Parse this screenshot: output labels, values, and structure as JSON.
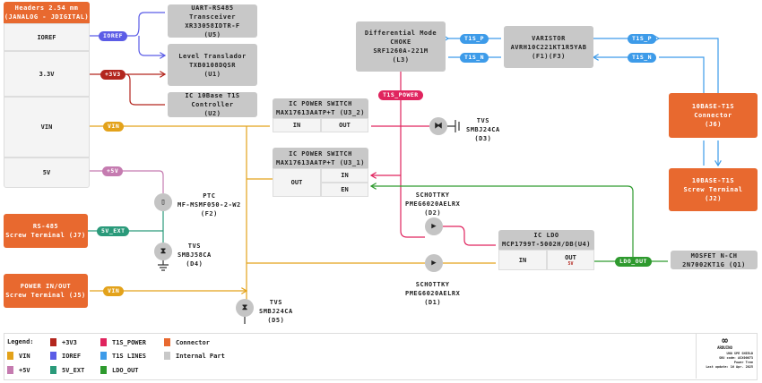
{
  "colors": {
    "v3v3": "#b3261e",
    "vin": "#e3a21a",
    "v5": "#c57bb0",
    "ioref": "#5b5ce6",
    "t1s_lines": "#3d9be9",
    "v5_ext": "#2a9a7a",
    "t1s_power": "#e0245e",
    "ldo_out": "#2e9a2e",
    "connector": "#e8692f",
    "internal": "#c8c8c8"
  },
  "header": {
    "title": "Headers 2.54 mm\n(JANALOG - JDIGITAL)",
    "rows": [
      "IOREF",
      "3.3V",
      "VIN",
      "5V"
    ]
  },
  "nets": {
    "ioref": "IOREF",
    "v3v3": "+3V3",
    "vin": "VIN",
    "v5": "+5V",
    "v5_ext": "5V_EXT",
    "t1s_p": "T1S_P",
    "t1s_n": "T1S_N",
    "t1s_power": "T1S_POWER",
    "ldo_out": "LDO_OUT"
  },
  "parts": {
    "u5": "UART-RS485\nTransceiver\nXR33058IDTR-F\n(U5)",
    "u1": "Level Translador\nTXB0108DQSR\n(U1)",
    "u2": "IC 10Base T1S\nController\n(U2)",
    "l3": "Differential Mode\nCHOKE\nSRF1260A-221M\n(L3)",
    "varistor": "VARISTOR\nAVRH10C221KT1R5YAB\n(F1)(F3)",
    "j6": "10BASE-T1S\nConnector\n(J6)",
    "j2": "10BASE-T1S\nScrew Terminal\n(J2)",
    "u3_2": {
      "title": "IC POWER SWITCH\nMAX17613AATP+T (U3_2)",
      "in": "IN",
      "out": "OUT"
    },
    "u3_1": {
      "title": "IC POWER SWITCH\nMAX17613AATP+T (U3_1)",
      "out": "OUT",
      "in": "IN",
      "en": "EN"
    },
    "d3": "TVS\nSMBJ24CA\n(D3)",
    "f2": "PTC\nMF-MSMF050-2-W2\n(F2)",
    "d4": "TVS\nSMBJ58CA\n(D4)",
    "j7": "RS-485\nScrew Terminal (J7)",
    "j5": "POWER IN/OUT\nScrew Terminal (J5)",
    "d5": "TVS\nSMBJ24CA\n(D5)",
    "d2": "SCHOTTKY\nPMEG6020AELRX\n(D2)",
    "d1": "SCHOTTKY\nPMEG6020AELRX\n(D1)",
    "u4": {
      "title": "IC LDO\nMCP1799T-5002H/DB(U4)",
      "in": "IN",
      "out": "OUT",
      "out_note": "5V"
    },
    "q1": "MOSFET N-CH\n2N7002KT1G (Q1)"
  },
  "legend": {
    "title": "Legend:",
    "items": [
      "+3V3",
      "T1S_POWER",
      "Connector",
      "VIN",
      "IOREF",
      "T1S LINES",
      "Internal Part",
      "+5V",
      "5V_EXT",
      "LDO_OUT"
    ]
  },
  "titleblock": {
    "brand": "ARDUINO",
    "lines": [
      "UNO SPE SHIELD",
      "SKU code: ASX00073",
      "Power Tree",
      "Last update: 16 Apr. 2025"
    ]
  }
}
